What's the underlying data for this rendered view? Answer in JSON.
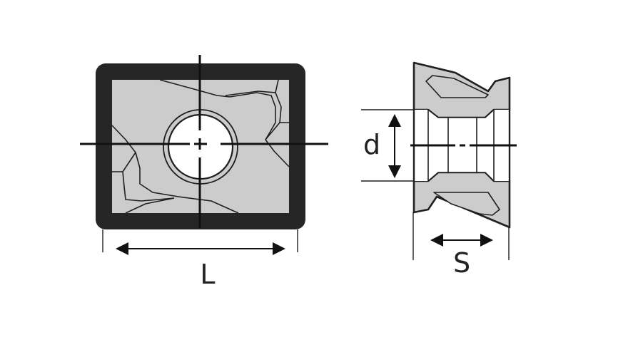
{
  "labels": {
    "length": "L",
    "hole_diameter": "d",
    "thickness": "S"
  },
  "colors": {
    "stroke": "#1f1f1f",
    "insert_fill": "#cccccc",
    "hole_fill": "#ffffff"
  }
}
